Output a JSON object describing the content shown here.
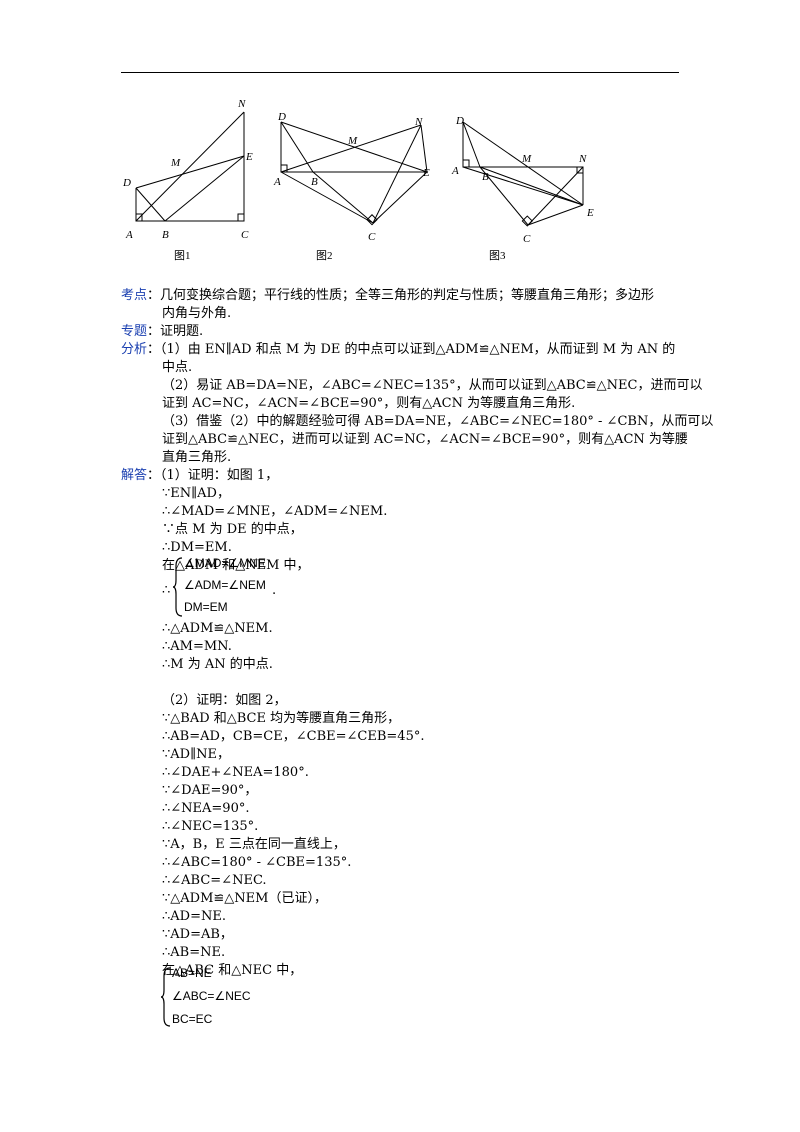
{
  "figures": {
    "fig1": {
      "caption": "图1",
      "labels": {
        "N": "N",
        "M": "M",
        "E": "E",
        "D": "D",
        "A": "A",
        "B": "B",
        "C": "C"
      }
    },
    "fig2": {
      "caption": "图2",
      "labels": {
        "D": "D",
        "M": "M",
        "N": "N",
        "A": "A",
        "B": "B",
        "E": "E",
        "C": "C"
      }
    },
    "fig3": {
      "caption": "图3",
      "labels": {
        "D": "D",
        "M": "M",
        "N": "N",
        "A": "A",
        "B": "B",
        "E": "E",
        "C": "C"
      }
    }
  },
  "kaodian": {
    "label": "考点",
    "lines": [
      "：几何变换综合题；平行线的性质；全等三角形的判定与性质；等腰直角三角形；多边形",
      "内角与外角."
    ]
  },
  "zhuanti": {
    "label": "专题",
    "text": "：证明题."
  },
  "fenxi": {
    "label": "分析",
    "lines": [
      "：（1）由 EN∥AD 和点 M 为 DE 的中点可以证到△ADM≌△NEM，从而证到 M 为 AN 的",
      "中点.",
      "（2）易证 AB=DA=NE，∠ABC=∠NEC=135°，从而可以证到△ABC≌△NEC，进而可以",
      "证到 AC=NC，∠ACN=∠BCE=90°，则有△ACN 为等腰直角三角形.",
      "（3）借鉴（2）中的解题经验可得 AB=DA=NE，∠ABC=∠NEC=180° - ∠CBN，从而可以",
      "证到△ABC≌△NEC，进而可以证到 AC=NC，∠ACN=∠BCE=90°，则有△ACN 为等腰",
      "直角三角形."
    ]
  },
  "jieda": {
    "label": "解答",
    "part1": [
      "：（1）证明：如图 1，",
      "∵EN∥AD，",
      "∴∠MAD=∠MNE，∠ADM=∠NEM.",
      "∵点 M 为 DE 的中点，",
      "∴DM=EM.",
      "在△ADM 和△NEM 中，"
    ],
    "system1": [
      "∠MAD=∠MNE",
      "∠ADM=∠NEM",
      "DM=EM"
    ],
    "system1_prefix": "∴",
    "system1_suffix": ".",
    "part1b": [
      "∴△ADM≌△NEM.",
      "∴AM=MN.",
      "∴M 为 AN 的中点."
    ],
    "part2": [
      "（2）证明：如图 2，",
      "∵△BAD 和△BCE 均为等腰直角三角形，",
      "∴AB=AD，CB=CE，∠CBE=∠CEB=45°.",
      "∵AD∥NE，",
      "∴∠DAE+∠NEA=180°.",
      "∵∠DAE=90°，",
      "∴∠NEA=90°.",
      "∴∠NEC=135°.",
      "∵A，B，E 三点在同一直线上，",
      "∴∠ABC=180° - ∠CBE=135°.",
      "∴∠ABC=∠NEC.",
      "∵△ADM≌△NEM（已证），",
      "∴AD=NE.",
      "∵AD=AB，",
      "∴AB=NE.",
      "在△ABC 和△NEC 中，"
    ],
    "system2": [
      "AB=NE",
      "∠ABC=∠NEC",
      "BC=EC"
    ]
  }
}
